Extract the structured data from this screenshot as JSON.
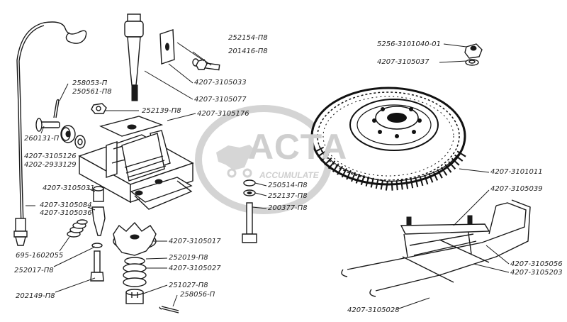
{
  "watermark": {
    "title": "АСТА",
    "subtitle": "ACCUMULATE"
  },
  "labels": {
    "p252154": "252154-П8",
    "p201416": "201416-П8",
    "p3105033": "4207-3105033",
    "p3105077": "4207-3105077",
    "p258053": "258053-П",
    "p250561": "250561-П8",
    "p252139": "252139-П8",
    "p3105176": "4207-3105176",
    "p260131": "260131-П",
    "p3105126": "4207-3105126",
    "p2933129": "4202-2933129",
    "p3105031": "4207-3105031",
    "p3105084": "4207-3105084",
    "p3105036": "4207-3105036",
    "p1602055": "695-1602055",
    "p252017": "252017-П8",
    "p202149": "202149-П8",
    "p3105017": "4207-3105017",
    "p252019": "252019-П8",
    "p3105027": "4207-3105027",
    "p251027": "251027-П8",
    "p258056": "258056-П",
    "p250514": "250514-П8",
    "p252137": "252137-П8",
    "p200377": "200377-П8",
    "p3101040": "5256-3101040-01",
    "p3105037": "4207-3105037",
    "p3101011": "4207-3101011",
    "p3105039": "4207-3105039",
    "p3105056": "4207-3105056",
    "p3105203": "4207-3105203",
    "p3105028": "4207-3105028"
  }
}
